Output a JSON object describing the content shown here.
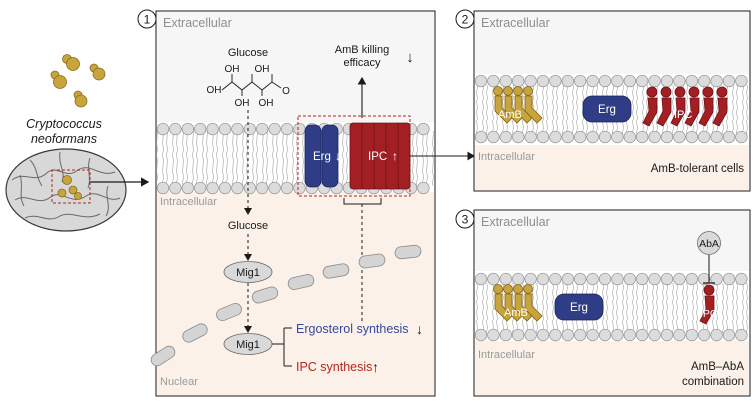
{
  "organism": {
    "line1": "Cryptococcus",
    "line2": "neoformans"
  },
  "panel1": {
    "number": "1",
    "extracellular": "Extracellular",
    "intracellular": "Intracellular",
    "nuclear": "Nuclear",
    "glucose_top": "Glucose",
    "glucose_bottom": "Glucose",
    "glucose_oh": [
      "OH",
      "OH",
      "OH",
      "OH",
      "OH"
    ],
    "glucose_o": "O",
    "amb_line1": "AmB killing",
    "amb_line2": "efficacy",
    "amb_arrow": "↓",
    "erg_label": "Erg",
    "erg_arrow": "↓",
    "ipc_label": "IPC",
    "ipc_arrow": "↑",
    "mig1_top": "Mig1",
    "mig1_bottom": "Mig1",
    "ergosterol_synthesis": "Ergosterol synthesis",
    "ergosterol_arrow": "↓",
    "ipc_synthesis": "IPC synthesis",
    "ipc_synthesis_arrow": "↑"
  },
  "panel2": {
    "number": "2",
    "extracellular": "Extracellular",
    "intracellular": "Intracellular",
    "amb_label": "AmB",
    "erg_label": "Erg",
    "ipc_label": "IPC",
    "caption": "AmB-tolerant cells"
  },
  "panel3": {
    "number": "3",
    "extracellular": "Extracellular",
    "intracellular": "Intracellular",
    "amb_label": "AmB",
    "erg_label": "Erg",
    "ipc_label": "IPC",
    "aba_label": "AbA",
    "caption_line1": "AmB–AbA",
    "caption_line2": "combination"
  },
  "colors": {
    "erg_blue": "#2e3d85",
    "ipc_red": "#a31f24",
    "amb_gold": "#c8a43c",
    "membrane_ball": "#dcdcdc",
    "extracellular_bg": "#f6f6f6",
    "intracellular_bg": "#fbf1e8",
    "ergosterol_text": "#36489a",
    "ipc_text": "#b5261e"
  }
}
